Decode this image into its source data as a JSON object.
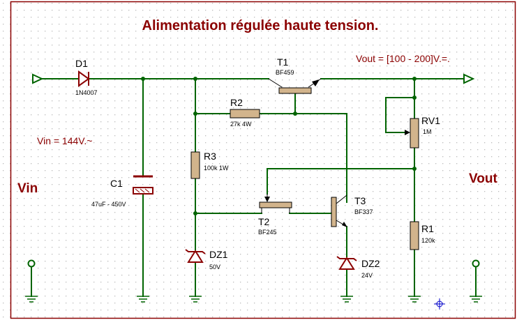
{
  "title": "Alimentation régulée haute tension.",
  "colors": {
    "frame": "#8b0000",
    "dots": "#bbbbbb",
    "wire": "#006400",
    "text_red": "#8b0000",
    "component_body": "#d2b48c",
    "component_line": "#000000",
    "marker": "#0000cc"
  },
  "labels": {
    "vin_spec": "Vin = 144V.~",
    "vout_spec": "Vout = [100 - 200]V.=.",
    "vin": "Vin",
    "vout": "Vout"
  },
  "components": {
    "d1": {
      "ref": "D1",
      "value": "1N4007"
    },
    "t1": {
      "ref": "T1",
      "value": "BF459"
    },
    "r2": {
      "ref": "R2",
      "value": "27k 4W"
    },
    "rv1": {
      "ref": "RV1",
      "value": "1M"
    },
    "c1": {
      "ref": "C1",
      "value": "47uF - 450V"
    },
    "r3": {
      "ref": "R3",
      "value": "100k 1W"
    },
    "t2": {
      "ref": "T2",
      "value": "BF245"
    },
    "t3": {
      "ref": "T3",
      "value": "BF337"
    },
    "r1": {
      "ref": "R1",
      "value": "120k"
    },
    "dz1": {
      "ref": "DZ1",
      "value": "50V"
    },
    "dz2": {
      "ref": "DZ2",
      "value": "24V"
    }
  }
}
